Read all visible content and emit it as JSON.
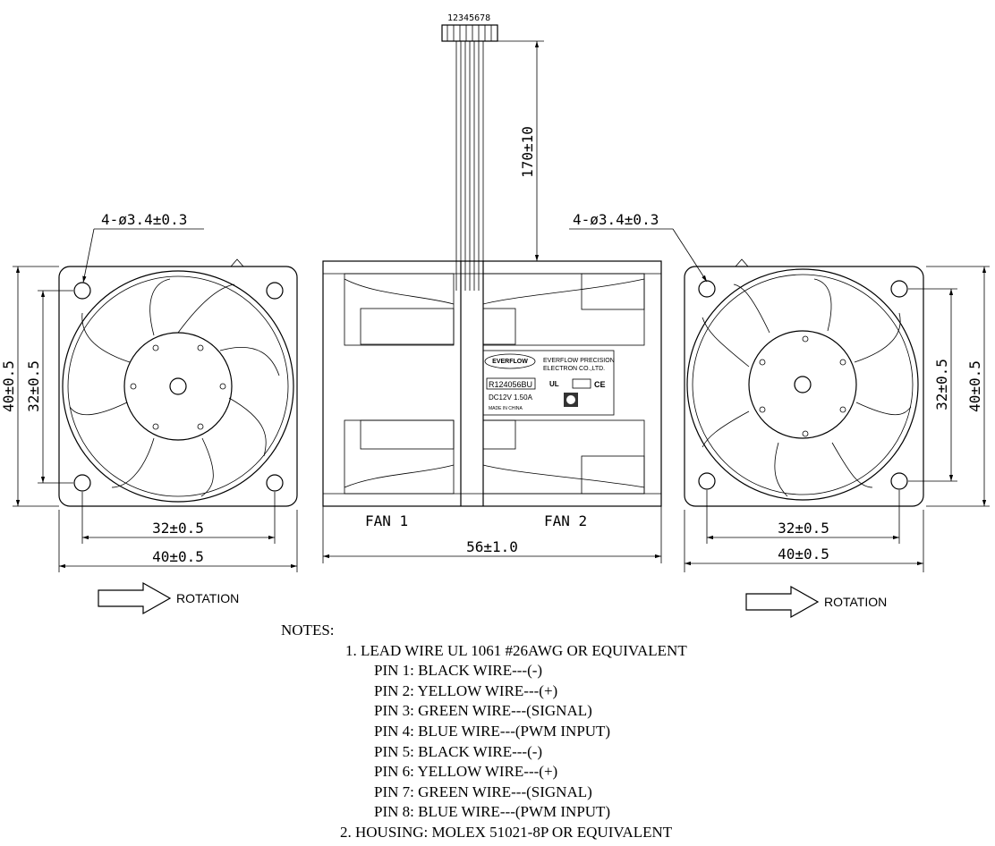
{
  "wire_pins_label": "12345678",
  "cable_length": "170±10",
  "left_view": {
    "hole_callout": "4-ø3.4±0.3",
    "width_inner": "32±0.5",
    "width_outer": "40±0.5",
    "height_inner": "32±0.5",
    "height_outer": "40±0.5",
    "rotation_label": "ROTATION"
  },
  "right_view": {
    "hole_callout": "4-ø3.4±0.3",
    "width_inner": "32±0.5",
    "width_outer": "40±0.5",
    "height_inner": "32±0.5",
    "height_outer": "40±0.5",
    "rotation_label": "ROTATION"
  },
  "side_view": {
    "fan1_label": "FAN 1",
    "fan2_label": "FAN 2",
    "depth": "56±1.0",
    "product_label": {
      "brand": "EVERFLOW",
      "company_line1": "EVERFLOW PRECISION",
      "company_line2": "ELECTRON CO.,LTD.",
      "model": "R124056BU",
      "rating": "DC12V 1.50A",
      "origin": "MADE IN CHINA",
      "ce_mark": "CE"
    }
  },
  "notes": {
    "heading": "NOTES:",
    "lines": [
      "1. LEAD WIRE UL 1061 #26AWG OR EQUIVALENT",
      "PIN 1: BLACK WIRE---(-)",
      "PIN 2: YELLOW WIRE---(+)",
      "PIN 3: GREEN WIRE---(SIGNAL)",
      "PIN 4: BLUE  WIRE---(PWM INPUT)",
      "PIN 5: BLACK WIRE---(-)",
      "PIN 6: YELLOW WIRE---(+)",
      "PIN 7: GREEN WIRE---(SIGNAL)",
      "PIN 8: BLUE  WIRE---(PWM INPUT)",
      "2. HOUSING: MOLEX 51021-8P OR EQUIVALENT"
    ]
  }
}
